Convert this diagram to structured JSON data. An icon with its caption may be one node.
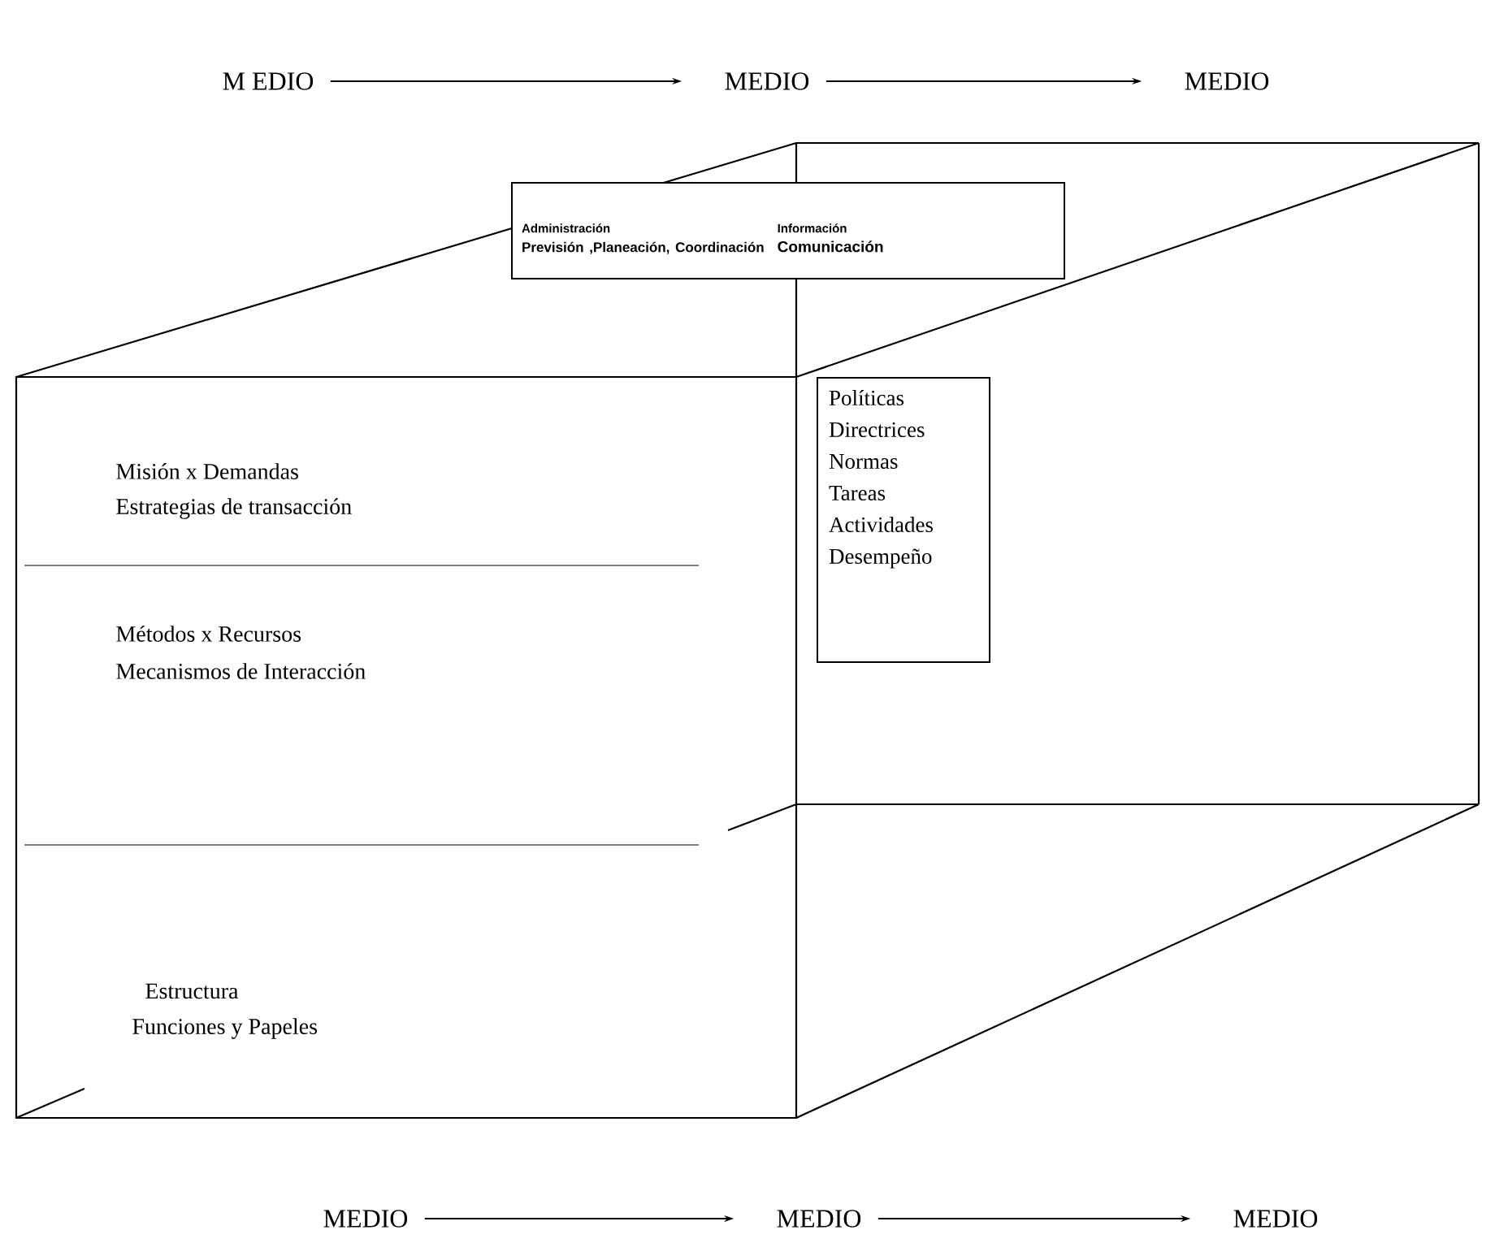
{
  "diagram": {
    "nodes": [
      {
        "text": [
          "M EDIO"
        ]
      },
      {
        "text": [
          "MEDIO"
        ]
      },
      {
        "text": [
          "MEDIO"
        ]
      },
      {
        "text": [
          "MEDIO"
        ]
      },
      {
        "text": [
          "MEDIO"
        ]
      },
      {
        "text": [
          "MEDIO"
        ]
      },
      {
        "text": [
          "Administración",
          "Información",
          "Previsión ,Planeación, Coordinación",
          "Comunicación"
        ]
      },
      {
        "text": [
          "Políticas",
          "Directrices",
          "Normas",
          "Tareas",
          "Actividades",
          "Desempeño"
        ]
      }
    ],
    "edges": [
      {
        "from": 0,
        "to": 1,
        "arrow": "to"
      },
      {
        "from": 1,
        "to": 2,
        "arrow": "to"
      },
      {
        "from": 3,
        "to": 4,
        "arrow": "to"
      },
      {
        "from": 4,
        "to": 5,
        "arrow": "to"
      }
    ],
    "labels": [
      "Misión x Demandas",
      "Estrategias de transacción",
      "Métodos x Recursos",
      "Mecanismos de Interacción",
      "Estructura",
      "Funciones y Papeles"
    ]
  }
}
